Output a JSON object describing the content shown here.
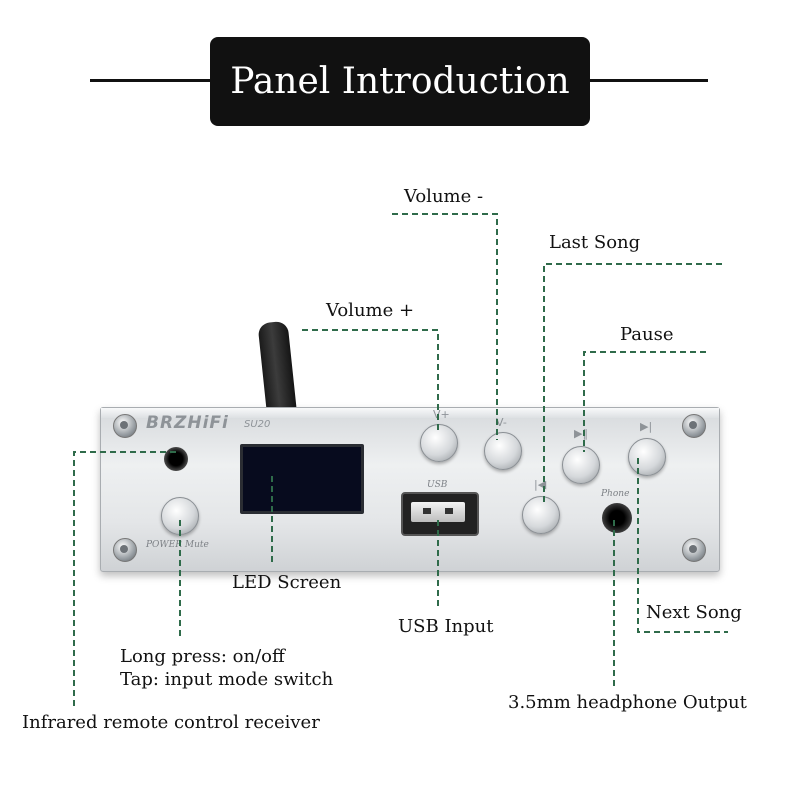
{
  "title": "Panel Introduction",
  "labels": {
    "volume_minus": "Volume -",
    "last_song": "Last Song",
    "volume_plus": "Volume +",
    "pause": "Pause",
    "led_screen": "LED Screen",
    "usb_input": "USB Input",
    "next_song": "Next Song",
    "power_long_press": "Long press: on/off",
    "power_tap": "Tap: input mode switch",
    "headphone_output": "3.5mm headphone Output",
    "ir_receiver": "Infrared remote control receiver"
  },
  "panel": {
    "brand": "BRZHiFi",
    "model": "SU20",
    "usb_silk": "USB",
    "phone_silk": "Phone",
    "power_silk": "POWER Mute",
    "vol_plus_glyph": "V+",
    "vol_minus_glyph": "V-",
    "pause_glyph": "▶‖",
    "next_glyph": "▶|",
    "prev_glyph": "|◀"
  },
  "colors": {
    "leader": "#2f6b4a",
    "title_bg": "#111111",
    "title_text": "#ffffff"
  }
}
